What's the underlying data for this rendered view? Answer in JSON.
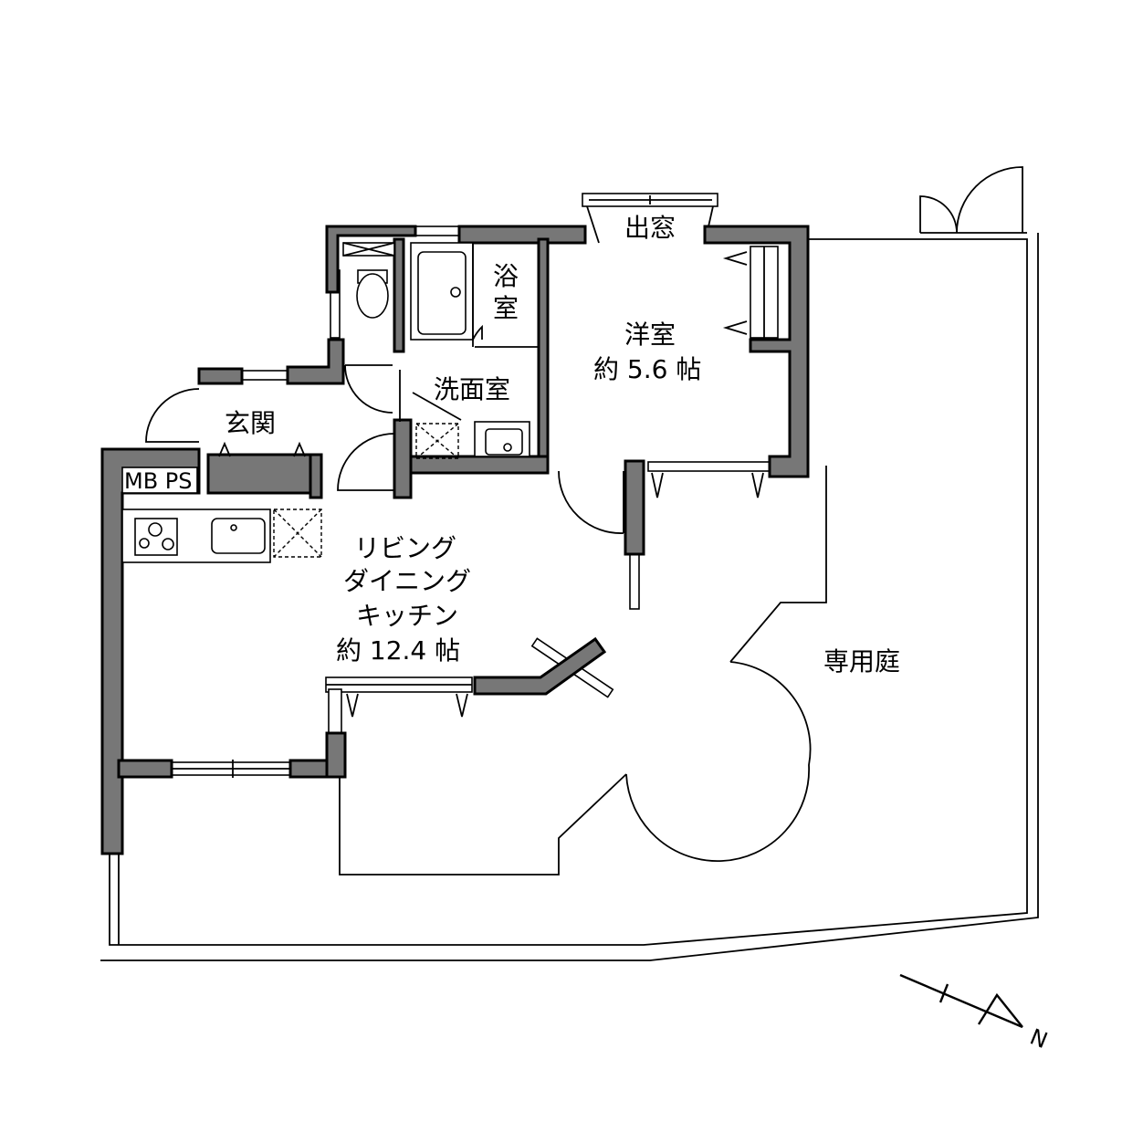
{
  "rooms": {
    "bay_window": "出窓",
    "bath": "浴室",
    "western": {
      "name": "洋室",
      "size": "約 5.6 帖"
    },
    "washroom": "洗面室",
    "entrance": "玄関",
    "mbps": "MB PS",
    "ldk": {
      "line1": "リビング",
      "line2": "ダイニング",
      "line3": "キッチン",
      "size": "約 12.4 帖"
    },
    "garden": "専用庭"
  },
  "compass": {
    "north": "N"
  },
  "colors": {
    "wall": "#777777",
    "line": "#000000",
    "background": "#ffffff"
  }
}
